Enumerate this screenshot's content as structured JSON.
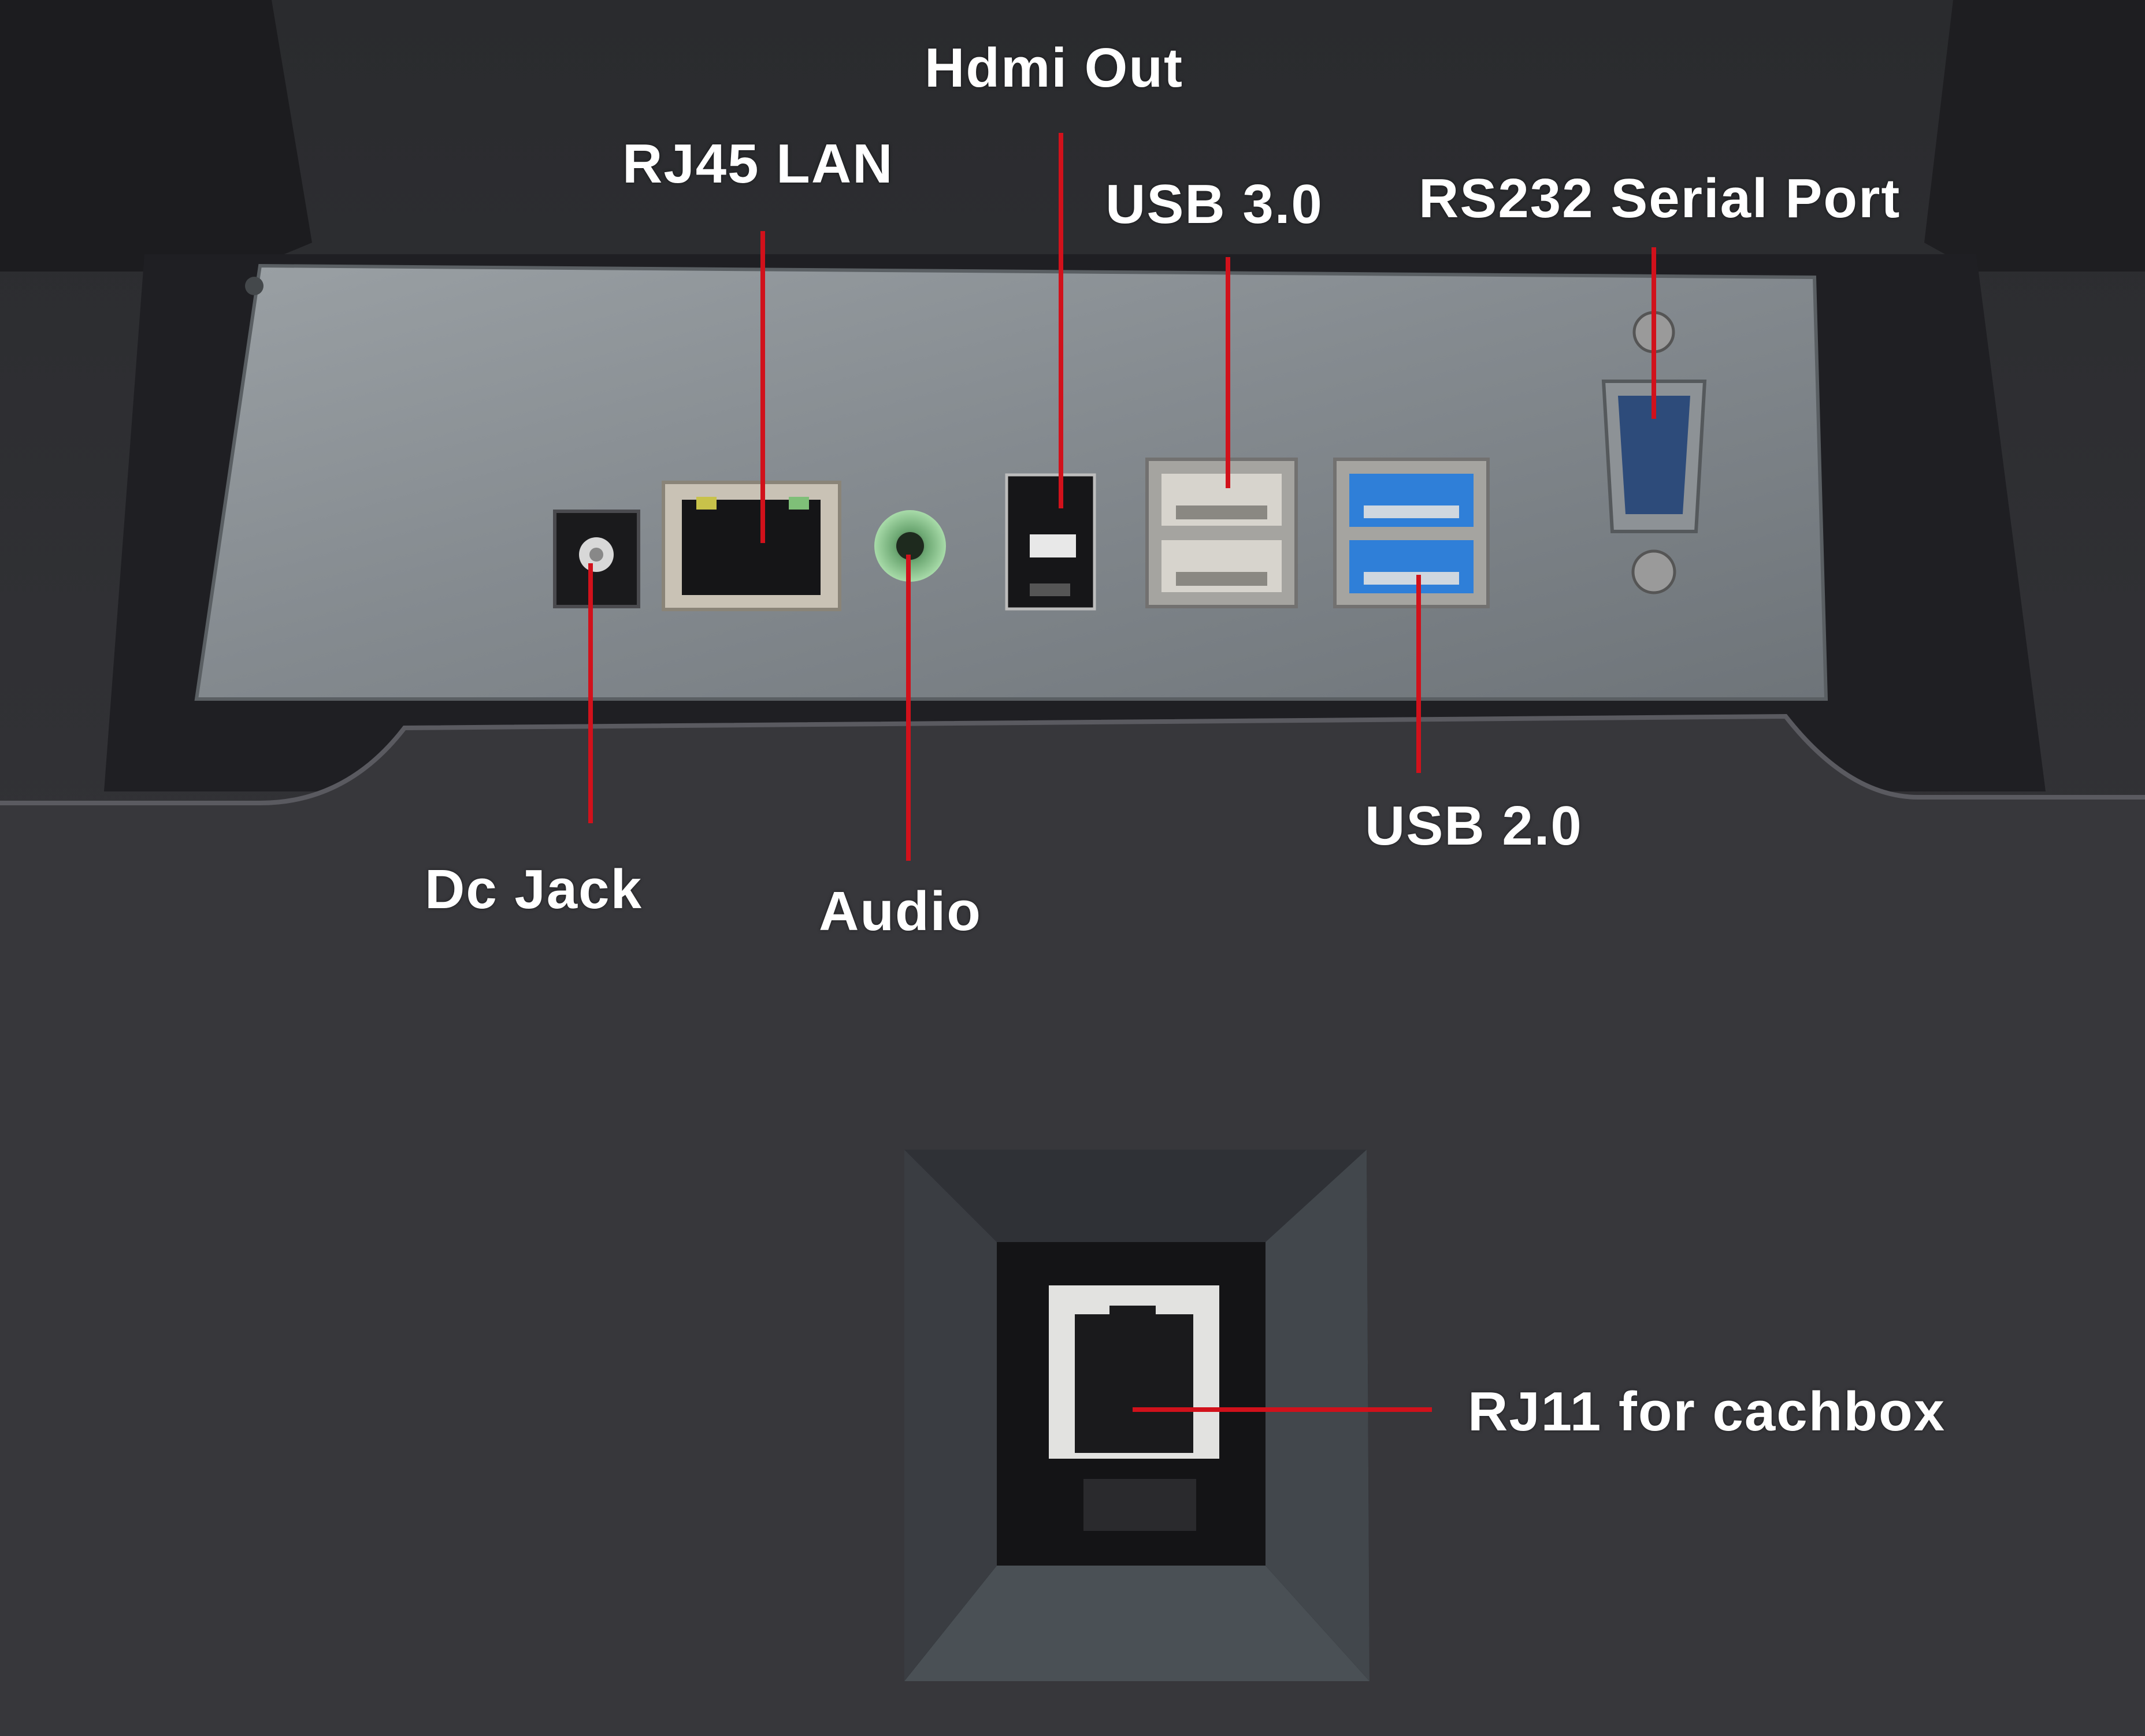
{
  "labels": {
    "hdmi_out": "Hdmi Out",
    "rj45_lan": "RJ45 LAN",
    "usb_3_0": "USB 3.0",
    "rs232_serial_port": "RS232 Serial Port",
    "dc_jack": "Dc Jack",
    "audio": "Audio",
    "usb_2_0": "USB 2.0",
    "rj11_cashbox": "RJ11 for cachbox"
  },
  "colors": {
    "leader_line": "#d1111b",
    "label_text": "#ffffff",
    "panel": "#7c8286",
    "housing": "#2c2c30",
    "usb3_blue": "#2f7fd8",
    "audio_green": "#9fd6a1"
  }
}
